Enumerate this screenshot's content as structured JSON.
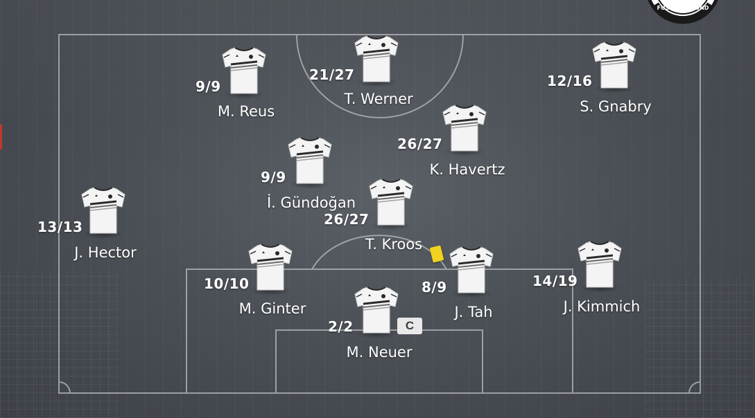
{
  "team": {
    "crest_text": "FUSSBALL-BUND",
    "colors": {
      "shirt": "#f4f4f4",
      "trim": "#2a2a2a",
      "pitch_lines": "#b9bcc0",
      "captain_badge": "#e9e9e9",
      "yellow_card": "#f2d21f"
    }
  },
  "players": [
    {
      "name": "T. Werner",
      "rating": "21/27"
    },
    {
      "name": "M. Reus",
      "rating": "9/9"
    },
    {
      "name": "S. Gnabry",
      "rating": "12/16"
    },
    {
      "name": "K. Havertz",
      "rating": "26/27"
    },
    {
      "name": "İ. Gündoğan",
      "rating": "9/9"
    },
    {
      "name": "T. Kroos",
      "rating": "26/27"
    },
    {
      "name": "J. Hector",
      "rating": "13/13"
    },
    {
      "name": "M. Ginter",
      "rating": "10/10"
    },
    {
      "name": "J. Tah",
      "rating": "8/9"
    },
    {
      "name": "J. Kimmich",
      "rating": "14/19"
    },
    {
      "name": "M. Neuer",
      "rating": "2/2"
    }
  ],
  "captain_badge": "C",
  "icons": {
    "shirt": "football-jersey-icon",
    "card": "yellow-card-icon",
    "crest": "team-crest-icon"
  }
}
